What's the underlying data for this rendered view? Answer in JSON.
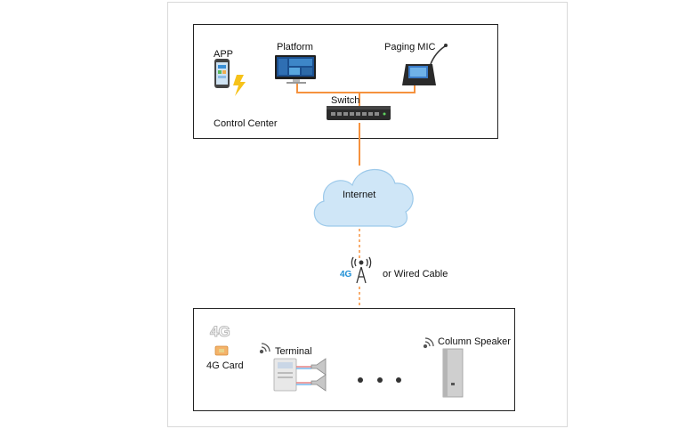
{
  "control_center": {
    "title": "Control Center",
    "app_label": "APP",
    "platform_label": "Platform",
    "paging_mic_label": "Paging MIC",
    "switch_label": "Switch"
  },
  "internet_label": "Internet",
  "connection": {
    "badge_4g": "4G",
    "wired_text": "or Wired Cable"
  },
  "field": {
    "card_label": "4G Card",
    "terminal_label": "Terminal",
    "column_speaker_label": "Column Speaker",
    "card_icon_text": "4G"
  },
  "colors": {
    "link_orange": "#f5923e",
    "badge_blue": "#1e8fd6",
    "cloud_blue": "#cfe6f7"
  }
}
